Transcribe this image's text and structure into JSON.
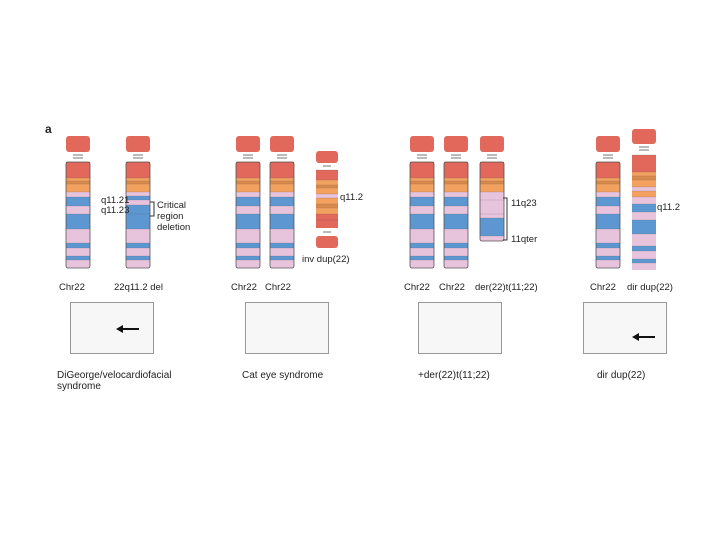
{
  "panel_letter": "a",
  "chromosome_labels": {
    "chr22": "Chr22",
    "del_22q11_2": "22q11.2 del",
    "inv_dup_22": "inv dup(22)",
    "der_22": "der(22)t(11;22)",
    "dir_dup_22": "dir dup(22)"
  },
  "band_labels": {
    "q11_21": "q11.21",
    "q11_23": "q11.23",
    "q11_2": "q11.2",
    "q11_2_b": "q11.2",
    "11q23": "11q23",
    "11qter": "11qter"
  },
  "annotation": {
    "critical_line1": "Critical",
    "critical_line2": "region",
    "critical_line3": "deletion"
  },
  "syndromes": {
    "digeorge_line1": "DiGeorge/velocardiofacial",
    "digeorge_line2": "syndrome",
    "cat_eye": "Cat eye syndrome",
    "der_22_photo": "+der(22)t(11;22)",
    "dir_dup_photo": "dir dup(22)"
  },
  "colors": {
    "red": "#e1685a",
    "orange": "#f2a15f",
    "pink": "#e8c3dc",
    "blue": "#5d97d2",
    "outline": "#555555"
  }
}
